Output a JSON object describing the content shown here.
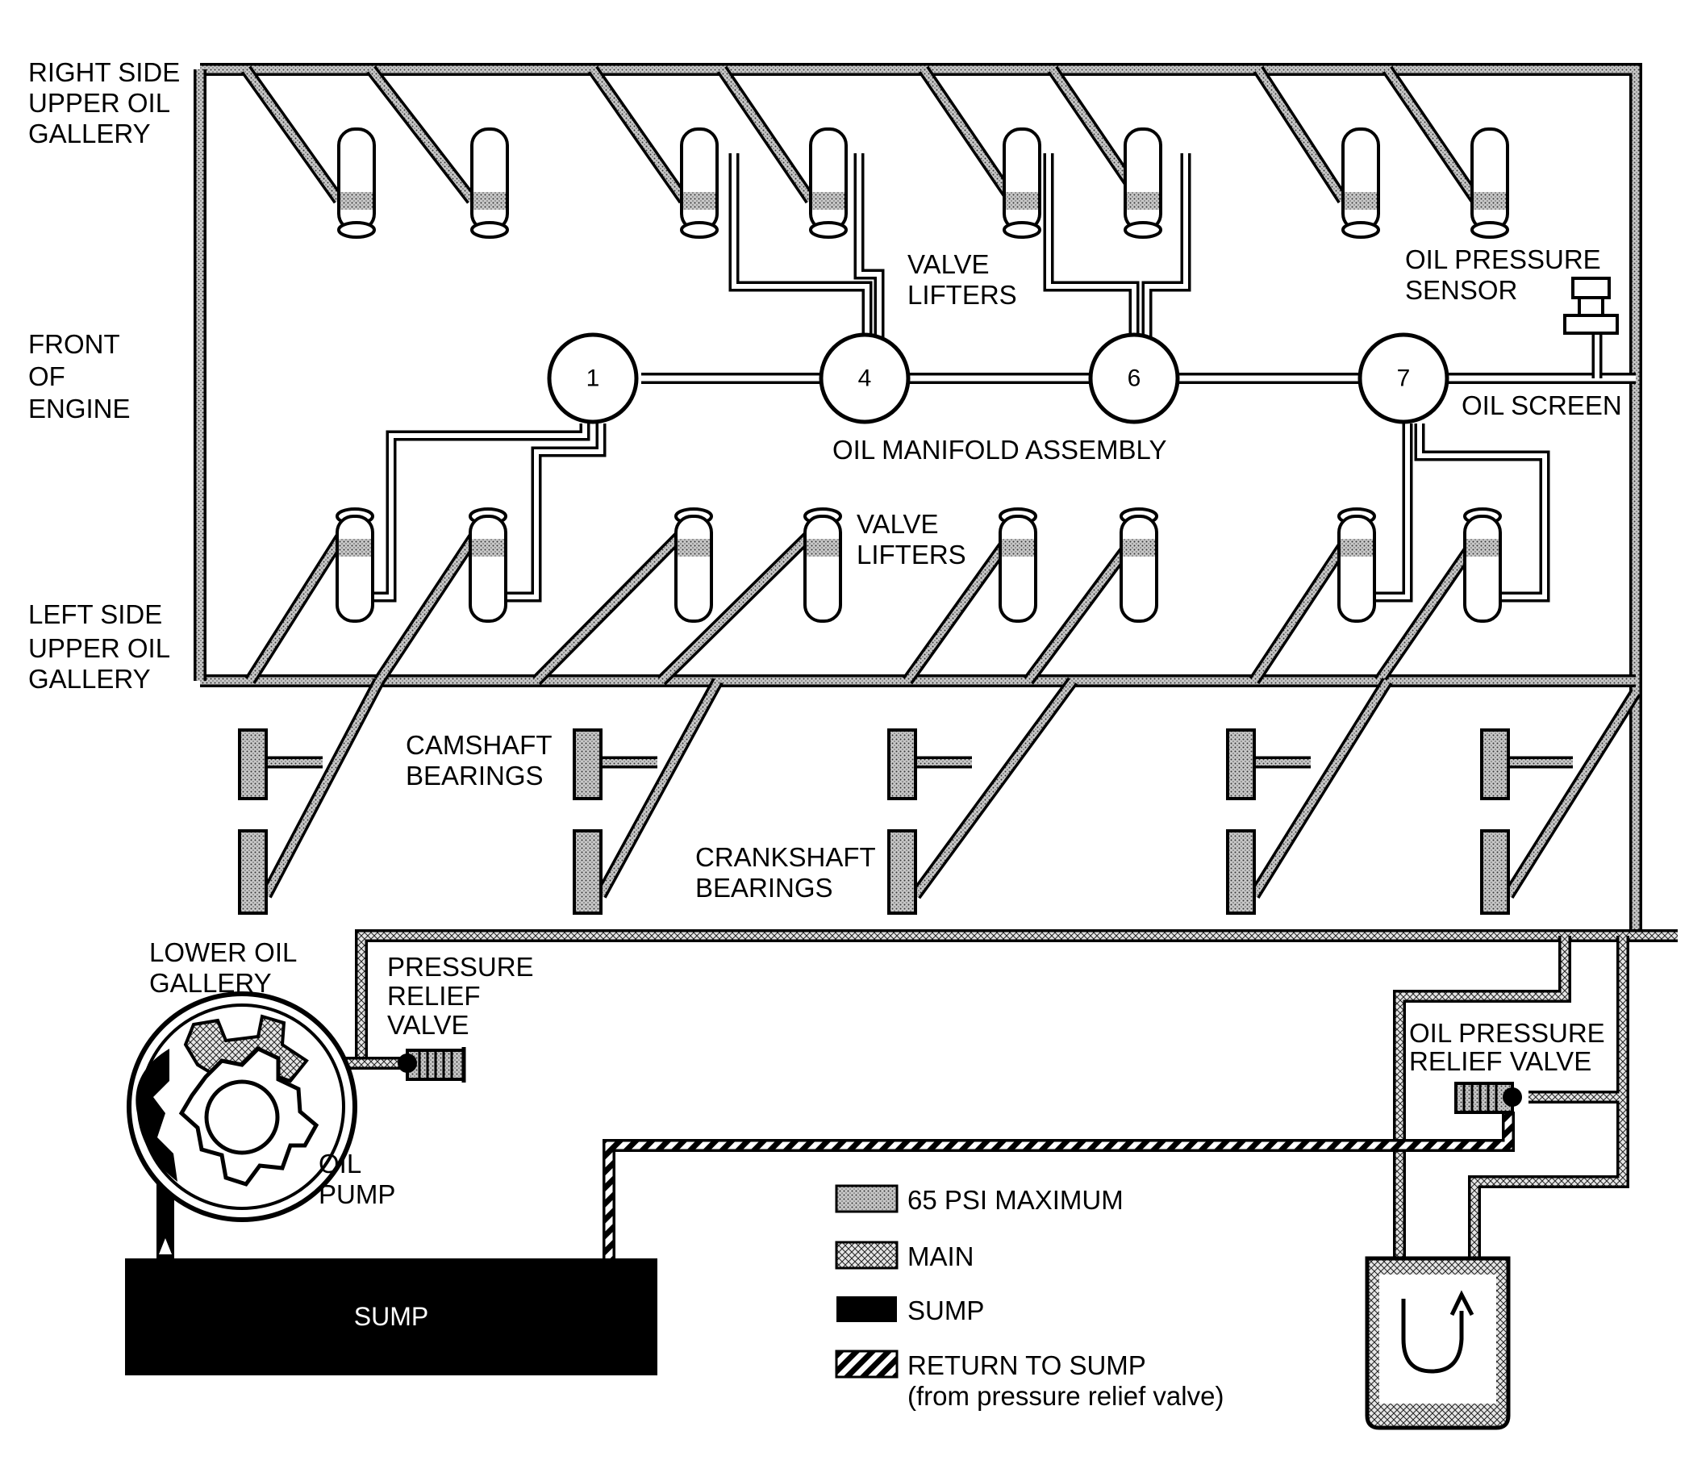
{
  "labels": {
    "right_gallery": [
      "RIGHT SIDE",
      "UPPER OIL",
      "GALLERY"
    ],
    "front": [
      "FRONT",
      "OF",
      "ENGINE"
    ],
    "left_gallery": [
      "LEFT SIDE",
      "UPPER OIL",
      "GALLERY"
    ],
    "valve_lifters_top": [
      "VALVE",
      "LIFTERS"
    ],
    "valve_lifters_bottom": [
      "VALVE",
      "LIFTERS"
    ],
    "oil_pressure_sensor": [
      "OIL PRESSURE",
      "SENSOR"
    ],
    "oil_screen": "OIL SCREEN",
    "oil_manifold": "OIL MANIFOLD ASSEMBLY",
    "camshaft_bearings": [
      "CAMSHAFT",
      "BEARINGS"
    ],
    "crankshaft_bearings": [
      "CRANKSHAFT",
      "BEARINGS"
    ],
    "lower_gallery": [
      "LOWER OIL",
      "GALLERY"
    ],
    "pressure_relief_valve": [
      "PRESSURE",
      "RELIEF",
      "VALVE"
    ],
    "oil_pump": [
      "OIL",
      "PUMP"
    ],
    "oil_pressure_relief_valve": [
      "OIL PRESSURE",
      "RELIEF VALVE"
    ],
    "sump": "SUMP"
  },
  "manifold_ports": [
    "1",
    "4",
    "6",
    "7"
  ],
  "legend": [
    {
      "pattern": "dots",
      "label": "65 PSI MAXIMUM"
    },
    {
      "pattern": "cross",
      "label": "MAIN"
    },
    {
      "pattern": "solid",
      "label": "SUMP"
    },
    {
      "pattern": "stripes",
      "label": "RETURN TO SUMP",
      "sublabel": "(from pressure relief valve)"
    }
  ],
  "colors": {
    "ink": "#000000",
    "paper": "#ffffff",
    "fill_gray": "#9a9a9a"
  }
}
